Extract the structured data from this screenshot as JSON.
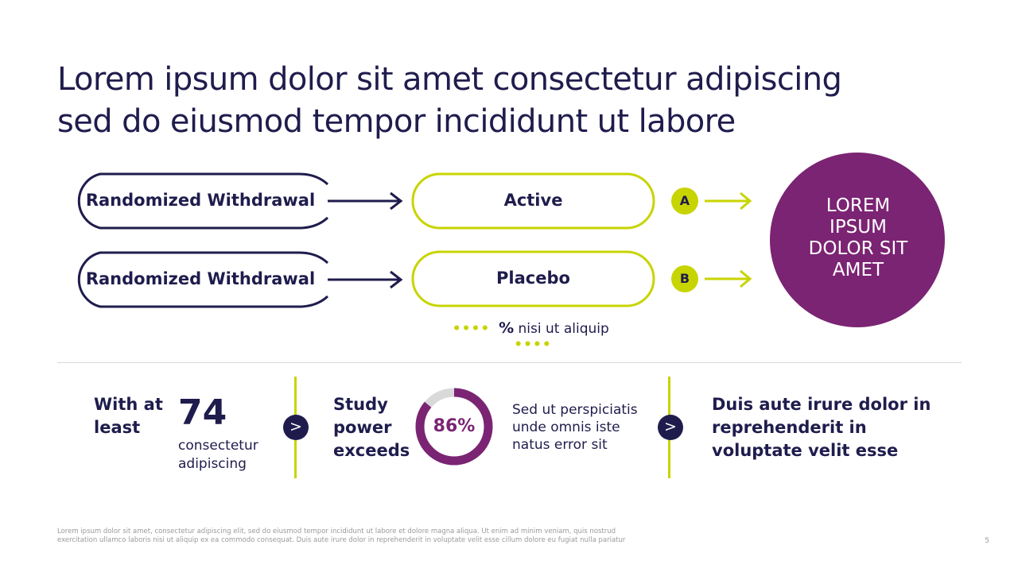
{
  "title": {
    "line1": "Lorem ipsum dolor sit amet consectetur adipiscing",
    "line2": "sed do eiusmod tempor incididunt ut labore"
  },
  "flow": {
    "left_pills": [
      "Randomized Withdrawal",
      "Randomized Withdrawal"
    ],
    "arms": [
      {
        "label": "Active",
        "letter": "A"
      },
      {
        "label": "Placebo",
        "letter": "B"
      }
    ],
    "outcome": "LOREM\nIPSUM\nDOLOR SIT\nAMET",
    "note_symbol": "%",
    "note_text": "nisi ut aliquip",
    "note_dots": "••••"
  },
  "stats": {
    "s1_label": "With at least",
    "s1_number": "74",
    "s1_sub": "consectetur adipiscing",
    "s2_label": "Study power exceeds",
    "s2_percent_label": "86%",
    "s2_percent_value": 86,
    "s3_text": "Sed ut perspiciatis unde omnis iste natus error sit",
    "s4_text": "Duis aute irure dolor in reprehenderit in voluptate velit esse",
    "chevron": ">"
  },
  "footnote": {
    "line1": "Lorem ipsum dolor sit amet, consectetur adipiscing elit, sed do eiusmod tempor incididunt ut labore et dolore magna aliqua. Ut enim ad minim veniam, quis nostrud",
    "line2": "exercitation ullamco laboris nisi ut aliquip ex ea commodo consequat. Duis aute irure dolor in reprehenderit in voluptate velit esse cillum dolore eu fugiat nulla pariatur"
  },
  "page_number": "5",
  "colors": {
    "navy": "#1f1c4d",
    "lime": "#c8d400",
    "purple": "#7b2473",
    "donut_track": "#d9d9d9"
  }
}
